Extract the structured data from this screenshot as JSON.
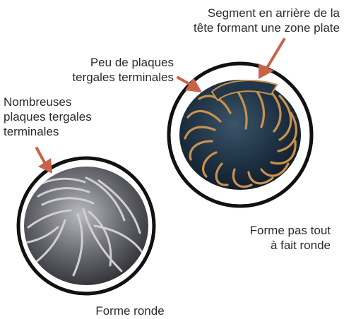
{
  "labels": {
    "segment": [
      "Segment en arrière de la",
      "tête formant une zone plate"
    ],
    "few_plates": [
      "Peu de plaques",
      "tergales terminales"
    ],
    "many_plates": [
      "Nombreuses",
      "plaques tergales",
      "terminales"
    ],
    "not_round": [
      "Forme pas tout",
      "à fait ronde"
    ],
    "round": "Forme ronde"
  },
  "colors": {
    "arrow": "#c8624a",
    "ring": "#111111",
    "dark_body": "#1c2f3f",
    "dark_stripe": "#c9914e",
    "grey_body": "#5e5e66",
    "grey_stripe": "#c9c9cd"
  },
  "icons": {
    "dark_pillbug": "rolled-pillbug-dark-illustration",
    "grey_pillbug": "rolled-pillbug-grey-illustration"
  }
}
